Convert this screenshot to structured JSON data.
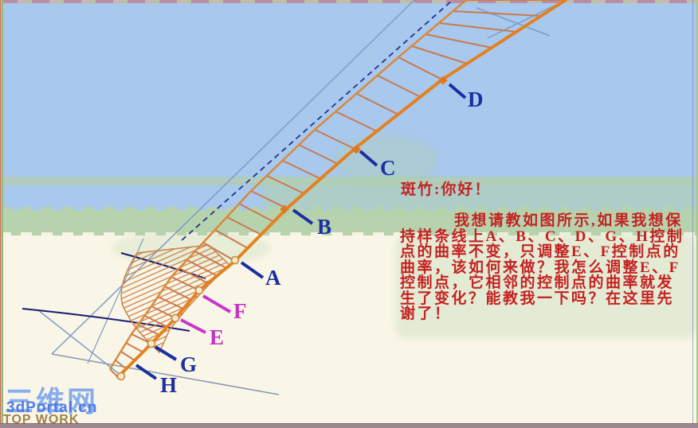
{
  "point_labels": {
    "a": "A",
    "b": "B",
    "c": "C",
    "d": "D",
    "e": "E",
    "f": "F",
    "g": "G",
    "h": "H"
  },
  "message": {
    "greeting": "斑竹:你好！",
    "lines": [
      "我想请教如图所示,如果我想保",
      "持样条线上A、B、C、D、G、H控制",
      "点的曲率不变，只调整E、F控制点的",
      "曲率，该如何来做？我怎么调整E、F",
      "控制点，它相邻的控制点的曲率就发",
      "生了变化？能教我一下吗？在这里先",
      "谢了！"
    ]
  },
  "watermark": {
    "logo": "三维网",
    "site": "3dPortal.cn",
    "tagline": "TOP WORK"
  },
  "colors": {
    "label_navy": "#1b2fa0",
    "label_magenta": "#c433c4",
    "text_red": "#c42222",
    "spline_orange": "#e6801f",
    "rung_orange": "#c97a4e",
    "wireframe_blue": "#7b9cc4",
    "navy_curve": "#1a1a70",
    "sky": "#a8c8ee",
    "green_band": "#b7d3ae",
    "ground": "#faf6e7"
  }
}
